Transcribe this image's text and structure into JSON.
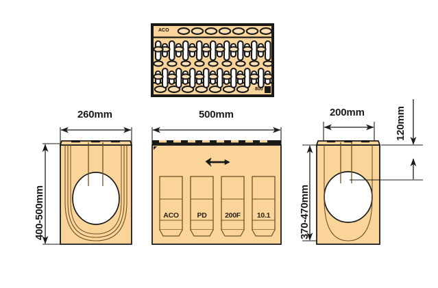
{
  "drawing": {
    "title": "ACO drainage channel — plan and cross-section views",
    "colors": {
      "body_fill": "#fbd49a",
      "body_fill_light": "#fde0b6",
      "body_fill_shade": "#f6c684",
      "outline": "#1a1a1a",
      "inner_line": "#7a5a2e",
      "grate_frame": "#1a1a1a",
      "slot_fill": "#ffffff",
      "dimension_line": "#1a1a1a",
      "background": "#ffffff"
    },
    "views": [
      {
        "id": "grate-plan",
        "name": "grating-plan-view",
        "brand_top_left": "ACO",
        "brand_bottom_right": "800",
        "slot_columns": 9,
        "slot_rows": 2,
        "oval_rows": 2
      },
      {
        "id": "section-left",
        "name": "left-cross-section",
        "width_label": "260mm",
        "height_label": "400-500mm"
      },
      {
        "id": "elevation-middle",
        "name": "front-elevation",
        "width_label": "500mm",
        "flow_arrow": "flow-direction-arrow",
        "panels": [
          "ACO",
          "PD",
          "200F",
          "10.1"
        ]
      },
      {
        "id": "section-right",
        "name": "right-cross-section",
        "width_label": "200mm",
        "height_label": "370-470mm",
        "depth_label": "120mm"
      }
    ]
  },
  "labels": {
    "width_260": "260mm",
    "height_400_500": "400-500mm",
    "width_500": "500mm",
    "width_200": "200mm",
    "height_370_470": "370-470mm",
    "depth_120": "120mm",
    "panel_1": "ACO",
    "panel_2": "PD",
    "panel_3": "200F",
    "panel_4": "10.1",
    "grate_brand": "ACO",
    "grate_code": "800"
  }
}
